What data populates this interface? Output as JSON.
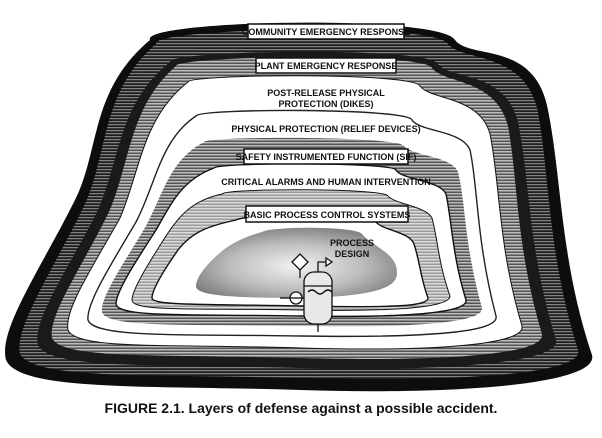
{
  "diagram": {
    "layers": [
      {
        "label": "COMMUNITY EMERGENCY RESPONSE"
      },
      {
        "label": "PLANT EMERGENCY RESPONSE"
      },
      {
        "label": "POST-RELEASE PHYSICAL",
        "label2": "PROTECTION (DIKES)"
      },
      {
        "label": "PHYSICAL PROTECTION (RELIEF DEVICES)"
      },
      {
        "label": "SAFETY INSTRUMENTED FUNCTION (SIF)"
      },
      {
        "label": "CRITICAL ALARMS AND HUMAN INTERVENTION"
      },
      {
        "label": "BASIC PROCESS CONTROL SYSTEMS"
      }
    ],
    "core": {
      "line1": "PROCESS",
      "line2": "DESIGN"
    },
    "colors": {
      "outer": "#0d0d0d",
      "hatch_dark": "#3a3a3a",
      "hatch_light": "#bdbdbd",
      "white": "#ffffff",
      "core_gray": "#8c8c8c"
    }
  },
  "caption": "FIGURE 2.1.  Layers of defense against a possible accident."
}
